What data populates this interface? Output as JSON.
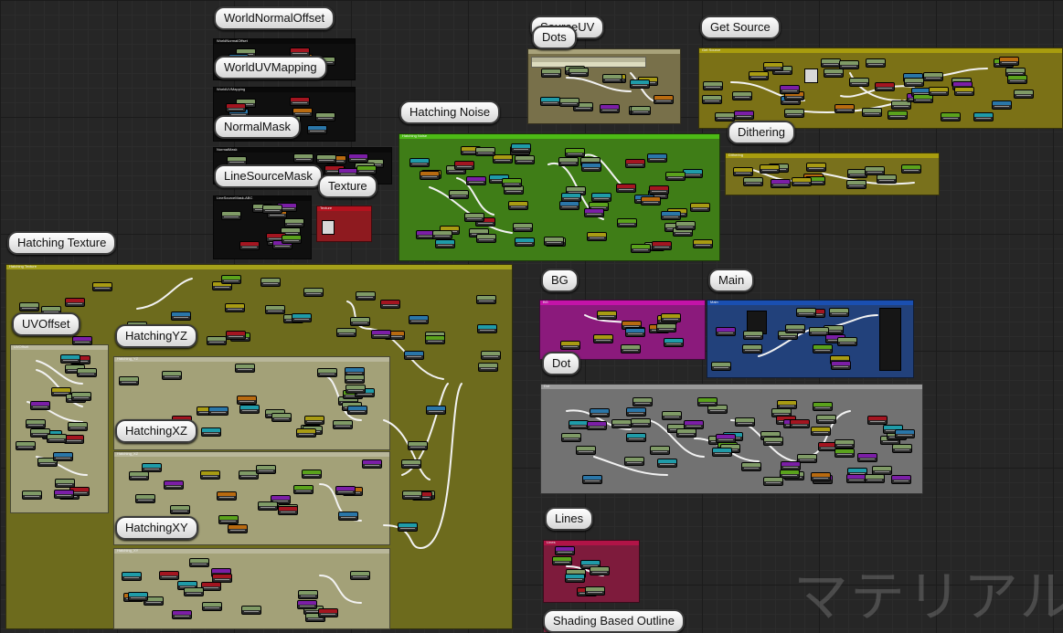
{
  "comments": [
    {
      "id": "world-normal-offset",
      "label": "WorldNormalOffset",
      "header": "WorldNormalOffset",
      "color": "#0f0f0f",
      "header_color": "#090909"
    },
    {
      "id": "world-uv-mapping",
      "label": "WorldUVMapping",
      "header": "WorldUVMapping",
      "color": "#0f0f0f",
      "header_color": "#090909"
    },
    {
      "id": "normal-mask",
      "label": "NormalMask",
      "header": "NormalMask",
      "color": "#0f0f0f",
      "header_color": "#090909"
    },
    {
      "id": "line-source-mask",
      "label": "LineSourceMask",
      "header": "LineSourceMask-ABC",
      "color": "#0f0f0f",
      "header_color": "#090909"
    },
    {
      "id": "texture",
      "label": "Texture",
      "header": "Texture",
      "color": "#8e1a1f",
      "header_color": "#b4121e"
    },
    {
      "id": "hatching-noise",
      "label": "Hatching Noise",
      "header": "Hatching Noise",
      "color": "#3f7d17",
      "header_color": "#4dbb16"
    },
    {
      "id": "source-uv",
      "label": "SourceUV",
      "header": "",
      "color": "#78704a",
      "header_color": "#a8a27a"
    },
    {
      "id": "dots",
      "label": "Dots",
      "header": "",
      "color": "#dddcbf",
      "header_color": "#b9b79a"
    },
    {
      "id": "get-source",
      "label": "Get Source",
      "header": "Get Source",
      "color": "#7b7116",
      "header_color": "#a89c0e"
    },
    {
      "id": "dithering",
      "label": "Dithering",
      "header": "Dithering",
      "color": "#79711c",
      "header_color": "#a89c0e"
    },
    {
      "id": "hatching-texture",
      "label": "Hatching Texture",
      "header": "Hatching Texture",
      "color": "#6d6b1d",
      "header_color": "#a4a01a"
    },
    {
      "id": "uv-offset",
      "label": "UVOffset",
      "header": "UVOffset",
      "color": "#a19f75",
      "header_color": "#b9b79a"
    },
    {
      "id": "hatching-yz",
      "label": "HatchingYZ",
      "header": "Hatching_YZ",
      "color": "#a3a178",
      "header_color": "#b9b79a"
    },
    {
      "id": "hatching-xz",
      "label": "HatchingXZ",
      "header": "Hatching_XZ",
      "color": "#a3a178",
      "header_color": "#b9b79a"
    },
    {
      "id": "hatching-xy",
      "label": "HatchingXY",
      "header": "Hatching_XY",
      "color": "#a3a178",
      "header_color": "#b9b79a"
    },
    {
      "id": "bg",
      "label": "BG",
      "header": "BG",
      "color": "#8b1a7c",
      "header_color": "#c413a8"
    },
    {
      "id": "main",
      "label": "Main",
      "header": "Main",
      "color": "#22417b",
      "header_color": "#1a4fb1"
    },
    {
      "id": "dot",
      "label": "Dot",
      "header": "Dot",
      "color": "#727272",
      "header_color": "#9a9a9a"
    },
    {
      "id": "lines",
      "label": "Lines",
      "header": "Lines",
      "color": "#7e1b3c",
      "header_color": "#b11447"
    },
    {
      "id": "shading-based-outline",
      "label": "Shading Based Outline",
      "header": "",
      "color": "#5e2a3a",
      "header_color": "#8a2f4b"
    }
  ],
  "node_palette": {
    "default": "#7f9a66",
    "teal": "#1f9ba8",
    "purple": "#7b1ea6",
    "red": "#a31520",
    "yellow": "#a89b13",
    "orange": "#b86a10",
    "blue": "#2a76a8",
    "lime": "#5aa21c",
    "dark": "#2a2a2a",
    "wire": "#f2f2f2"
  },
  "watermark": "マテリアル"
}
